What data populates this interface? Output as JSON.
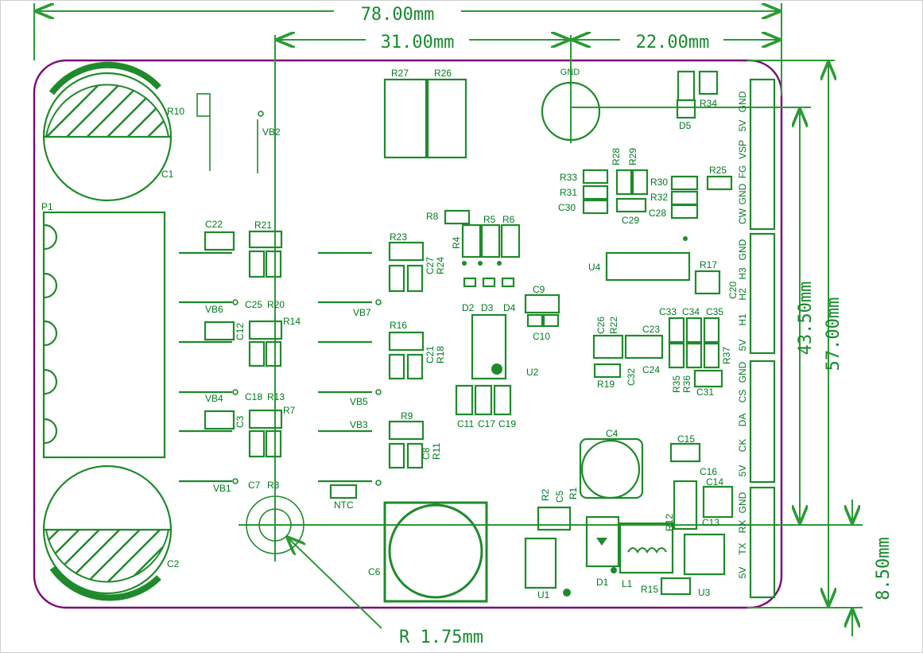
{
  "dimensions": {
    "overall_width": "78.00mm",
    "left_to_hole": "31.00mm",
    "hole_to_right": "22.00mm",
    "height_total": "57.00mm",
    "height_inner": "43.50mm",
    "bottom_offset": "8.50mm",
    "hole_radius": "R 1.75mm"
  },
  "board": {
    "gnd_label": "GND",
    "components": {
      "R10": "R10",
      "VB2": "VB2",
      "C1": "C1",
      "C2": "C2",
      "P1": "P1",
      "R27": "R27",
      "R26": "R26",
      "D5": "D5",
      "R34": "R34",
      "R33": "R33",
      "R31": "R31",
      "C30": "C30",
      "R28": "R28",
      "R29": "R29",
      "C29": "C29",
      "R30": "R30",
      "R32": "R32",
      "C28": "C28",
      "R25": "R25",
      "C22": "C22",
      "R21": "R21",
      "R8": "R8",
      "R5": "R5",
      "R6": "R6",
      "R4": "R4",
      "R23": "R23",
      "C27": "C27",
      "R24": "R24",
      "U4": "U4",
      "R17": "R17",
      "C20": "C20",
      "VB6": "VB6",
      "C25": "C25",
      "R20": "R20",
      "VB7": "VB7",
      "R14": "R14",
      "C12": "C12",
      "C9": "C9",
      "C10": "C10",
      "D2": "D2",
      "D3": "D3",
      "D4": "D4",
      "R16": "R16",
      "C21": "C21",
      "R18": "R18",
      "U2": "U2",
      "C26": "C26",
      "R22": "R22",
      "C23": "C23",
      "C24": "C24",
      "C32": "C32",
      "R19": "R19",
      "C33": "C33",
      "C34": "C34",
      "C35": "C35",
      "R35": "R35",
      "R36": "R36",
      "R37": "R37",
      "C31": "C31",
      "VB4": "VB4",
      "C18": "C18",
      "R13": "R13",
      "VB5": "VB5",
      "R7": "R7",
      "C3": "C3",
      "VB3": "VB3",
      "R9": "R9",
      "C8": "C8",
      "R11": "R11",
      "C11": "C11",
      "C17": "C17",
      "C19": "C19",
      "C4": "C4",
      "C15": "C15",
      "C16": "C16",
      "C14": "C14",
      "C13": "C13",
      "R12": "R12",
      "VB1": "VB1",
      "C7": "C7",
      "R3": "R3",
      "NTC": "NTC",
      "C6": "C6",
      "R2": "R2",
      "C5": "C5",
      "R1": "R1",
      "U1": "U1",
      "D1": "D1",
      "L1": "L1",
      "R15": "R15",
      "U3": "U3"
    },
    "connector_pins": [
      "GND",
      "5V",
      "VSP",
      "FG",
      "GND",
      "CW",
      "GND",
      "H3",
      "H2",
      "H1",
      "5V",
      "GND",
      "CS",
      "DA",
      "CK",
      "5V",
      "GND",
      "RX",
      "TX",
      "5V"
    ]
  }
}
